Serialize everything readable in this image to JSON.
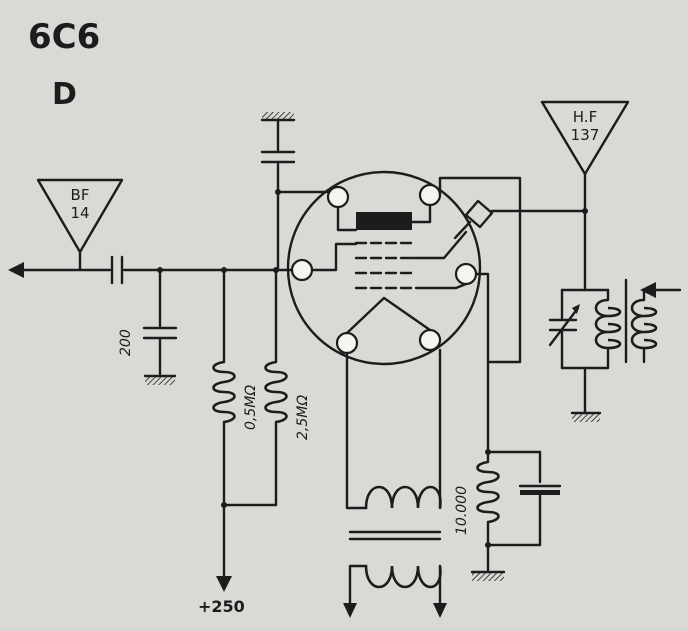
{
  "tube": {
    "type": "6C6",
    "variant": "D"
  },
  "bf_stage": {
    "label": "BF",
    "number": "14"
  },
  "hf_stage": {
    "label": "H.F",
    "number": "137"
  },
  "components": {
    "capacitor_value": "200",
    "resistor_1": "0,5MΩ",
    "resistor_2": "2,5MΩ",
    "resistor_cathode": "10.000"
  },
  "supply": "+250"
}
